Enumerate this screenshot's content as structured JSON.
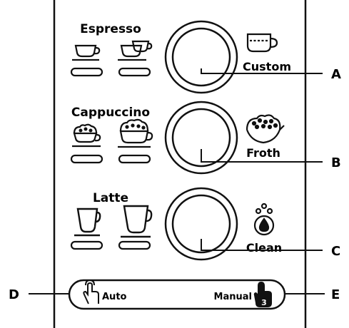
{
  "panel": {
    "sections": [
      {
        "title": "Espresso",
        "side_label": "Custom",
        "side_icon": "custom-cup-icon",
        "callout": "A"
      },
      {
        "title": "Cappuccino",
        "side_label": "Froth",
        "side_icon": "froth-icon",
        "callout": "B"
      },
      {
        "title": "Latte",
        "side_label": "Clean",
        "side_icon": "clean-drop-icon",
        "callout": "C"
      }
    ],
    "mode_bar": {
      "auto_label": "Auto",
      "manual_label": "Manual",
      "manual_badge": "3",
      "left_callout": "D",
      "right_callout": "E"
    }
  }
}
